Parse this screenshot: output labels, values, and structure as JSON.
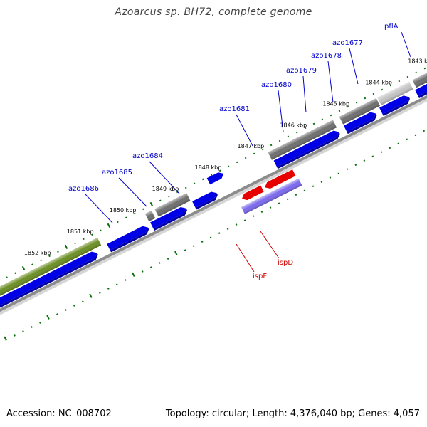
{
  "title": "Azoarcus sp. BH72, complete genome",
  "footer": {
    "accession": "Accession: NC_008702",
    "summary": "Topology: circular; Length: 4,376,040 bp; Genes: 4,057"
  },
  "colors": {
    "backbone": "#8c8c8c",
    "tick": "#0a6e0a",
    "label_blue": "#0000cc",
    "label_red": "#cc0000",
    "orf": "#0000e6"
  },
  "ticks": [
    {
      "label": "1843 kbp"
    },
    {
      "label": "1844 kbp"
    },
    {
      "label": "1845 kbp"
    },
    {
      "label": "1846 kbp"
    },
    {
      "label": "1847 kbp"
    },
    {
      "label": "1848 kbp"
    },
    {
      "label": "1849 kbp"
    },
    {
      "label": "1850 kbp"
    },
    {
      "label": "1851 kbp"
    },
    {
      "label": "1852 kbp"
    }
  ],
  "genes_forward": [
    {
      "name": "pflA",
      "color": "#b3ae6e"
    },
    {
      "name": "azo1677",
      "color": "#33cc33"
    },
    {
      "name": "azo1678",
      "color": "#6e6e6e"
    },
    {
      "name": "azo1679",
      "color": "#c4c4c4"
    },
    {
      "name": "azo1680",
      "color": "#6e6e6e"
    },
    {
      "name": "azo1681",
      "color": "#6e6e6e"
    },
    {
      "name": "azo1684",
      "color": "#6e6e6e"
    },
    {
      "name": "azo1685",
      "color": "#6e6e6e"
    },
    {
      "name": "azo1686",
      "color": "#6b8e23"
    }
  ],
  "genes_reverse": [
    {
      "name": "ispF",
      "color": "#e60000"
    },
    {
      "name": "ispD",
      "color": "#e60000"
    },
    {
      "name": "",
      "color": "#7b68ee"
    }
  ]
}
